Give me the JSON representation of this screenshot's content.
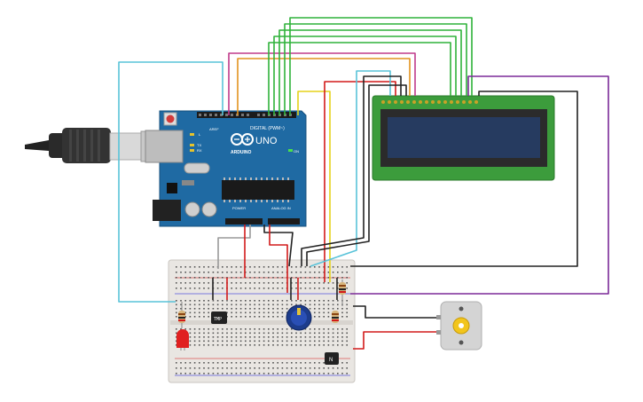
{
  "board": {
    "brand": "ARDUINO",
    "model": "UNO",
    "digital_header": "DIGITAL (PWM~)",
    "analog_header": "ANALOG IN",
    "power_header": "POWER",
    "aref": "AREF",
    "on_led": "ON",
    "tx": "TX",
    "rx": "RX",
    "l_led": "L"
  },
  "parts": {
    "temp_sensor_label": "TMP",
    "transistor_label": "N"
  },
  "colors": {
    "board": "#1f6aa3",
    "lcd_pcb": "#3c9c3c",
    "lcd_screen": "#263b60",
    "breadboard": "#e9e6e2",
    "wire_green": "#2fb23a",
    "wire_magenta": "#c03a8a",
    "wire_orange": "#e2921e",
    "wire_yellow": "#e5d21a",
    "wire_red": "#d21a1a",
    "wire_cyan": "#59c3d9",
    "wire_black": "#222222",
    "wire_gray": "#9a9a9a",
    "wire_purple": "#7b2a98"
  },
  "icons": [
    "usb-cable-icon",
    "reset-button-icon",
    "arduino-logo-icon",
    "potentiometer-icon",
    "dc-motor-icon",
    "led-icon"
  ]
}
